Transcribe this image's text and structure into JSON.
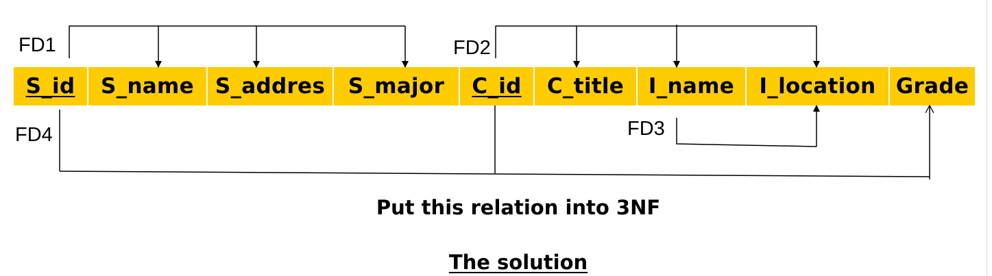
{
  "attributes": [
    {
      "name": "S_id",
      "key": true
    },
    {
      "name": "S_name",
      "key": false
    },
    {
      "name": "S_addres",
      "key": false
    },
    {
      "name": "S_major",
      "key": false
    },
    {
      "name": "C_id",
      "key": true
    },
    {
      "name": "C_title",
      "key": false
    },
    {
      "name": "I_name",
      "key": false
    },
    {
      "name": "I_location",
      "key": false
    },
    {
      "name": "Grade",
      "key": false
    }
  ],
  "dependencies": {
    "fd1": {
      "label": "FD1",
      "from": [
        "S_id"
      ],
      "to": [
        "S_name",
        "S_addres",
        "S_major"
      ]
    },
    "fd2": {
      "label": "FD2",
      "from": [
        "C_id"
      ],
      "to": [
        "C_title",
        "I_name",
        "I_location"
      ]
    },
    "fd3": {
      "label": "FD3",
      "from": [
        "I_name"
      ],
      "to": [
        "I_location"
      ]
    },
    "fd4": {
      "label": "FD4",
      "from": [
        "S_id",
        "C_id"
      ],
      "to": [
        "Grade"
      ]
    }
  },
  "task_text": "Put this relation into 3NF",
  "solution_heading": "The solution",
  "colors": {
    "cell_fill": "#ffcc00",
    "cell_divider": "#ffffff",
    "line": "#000000"
  }
}
